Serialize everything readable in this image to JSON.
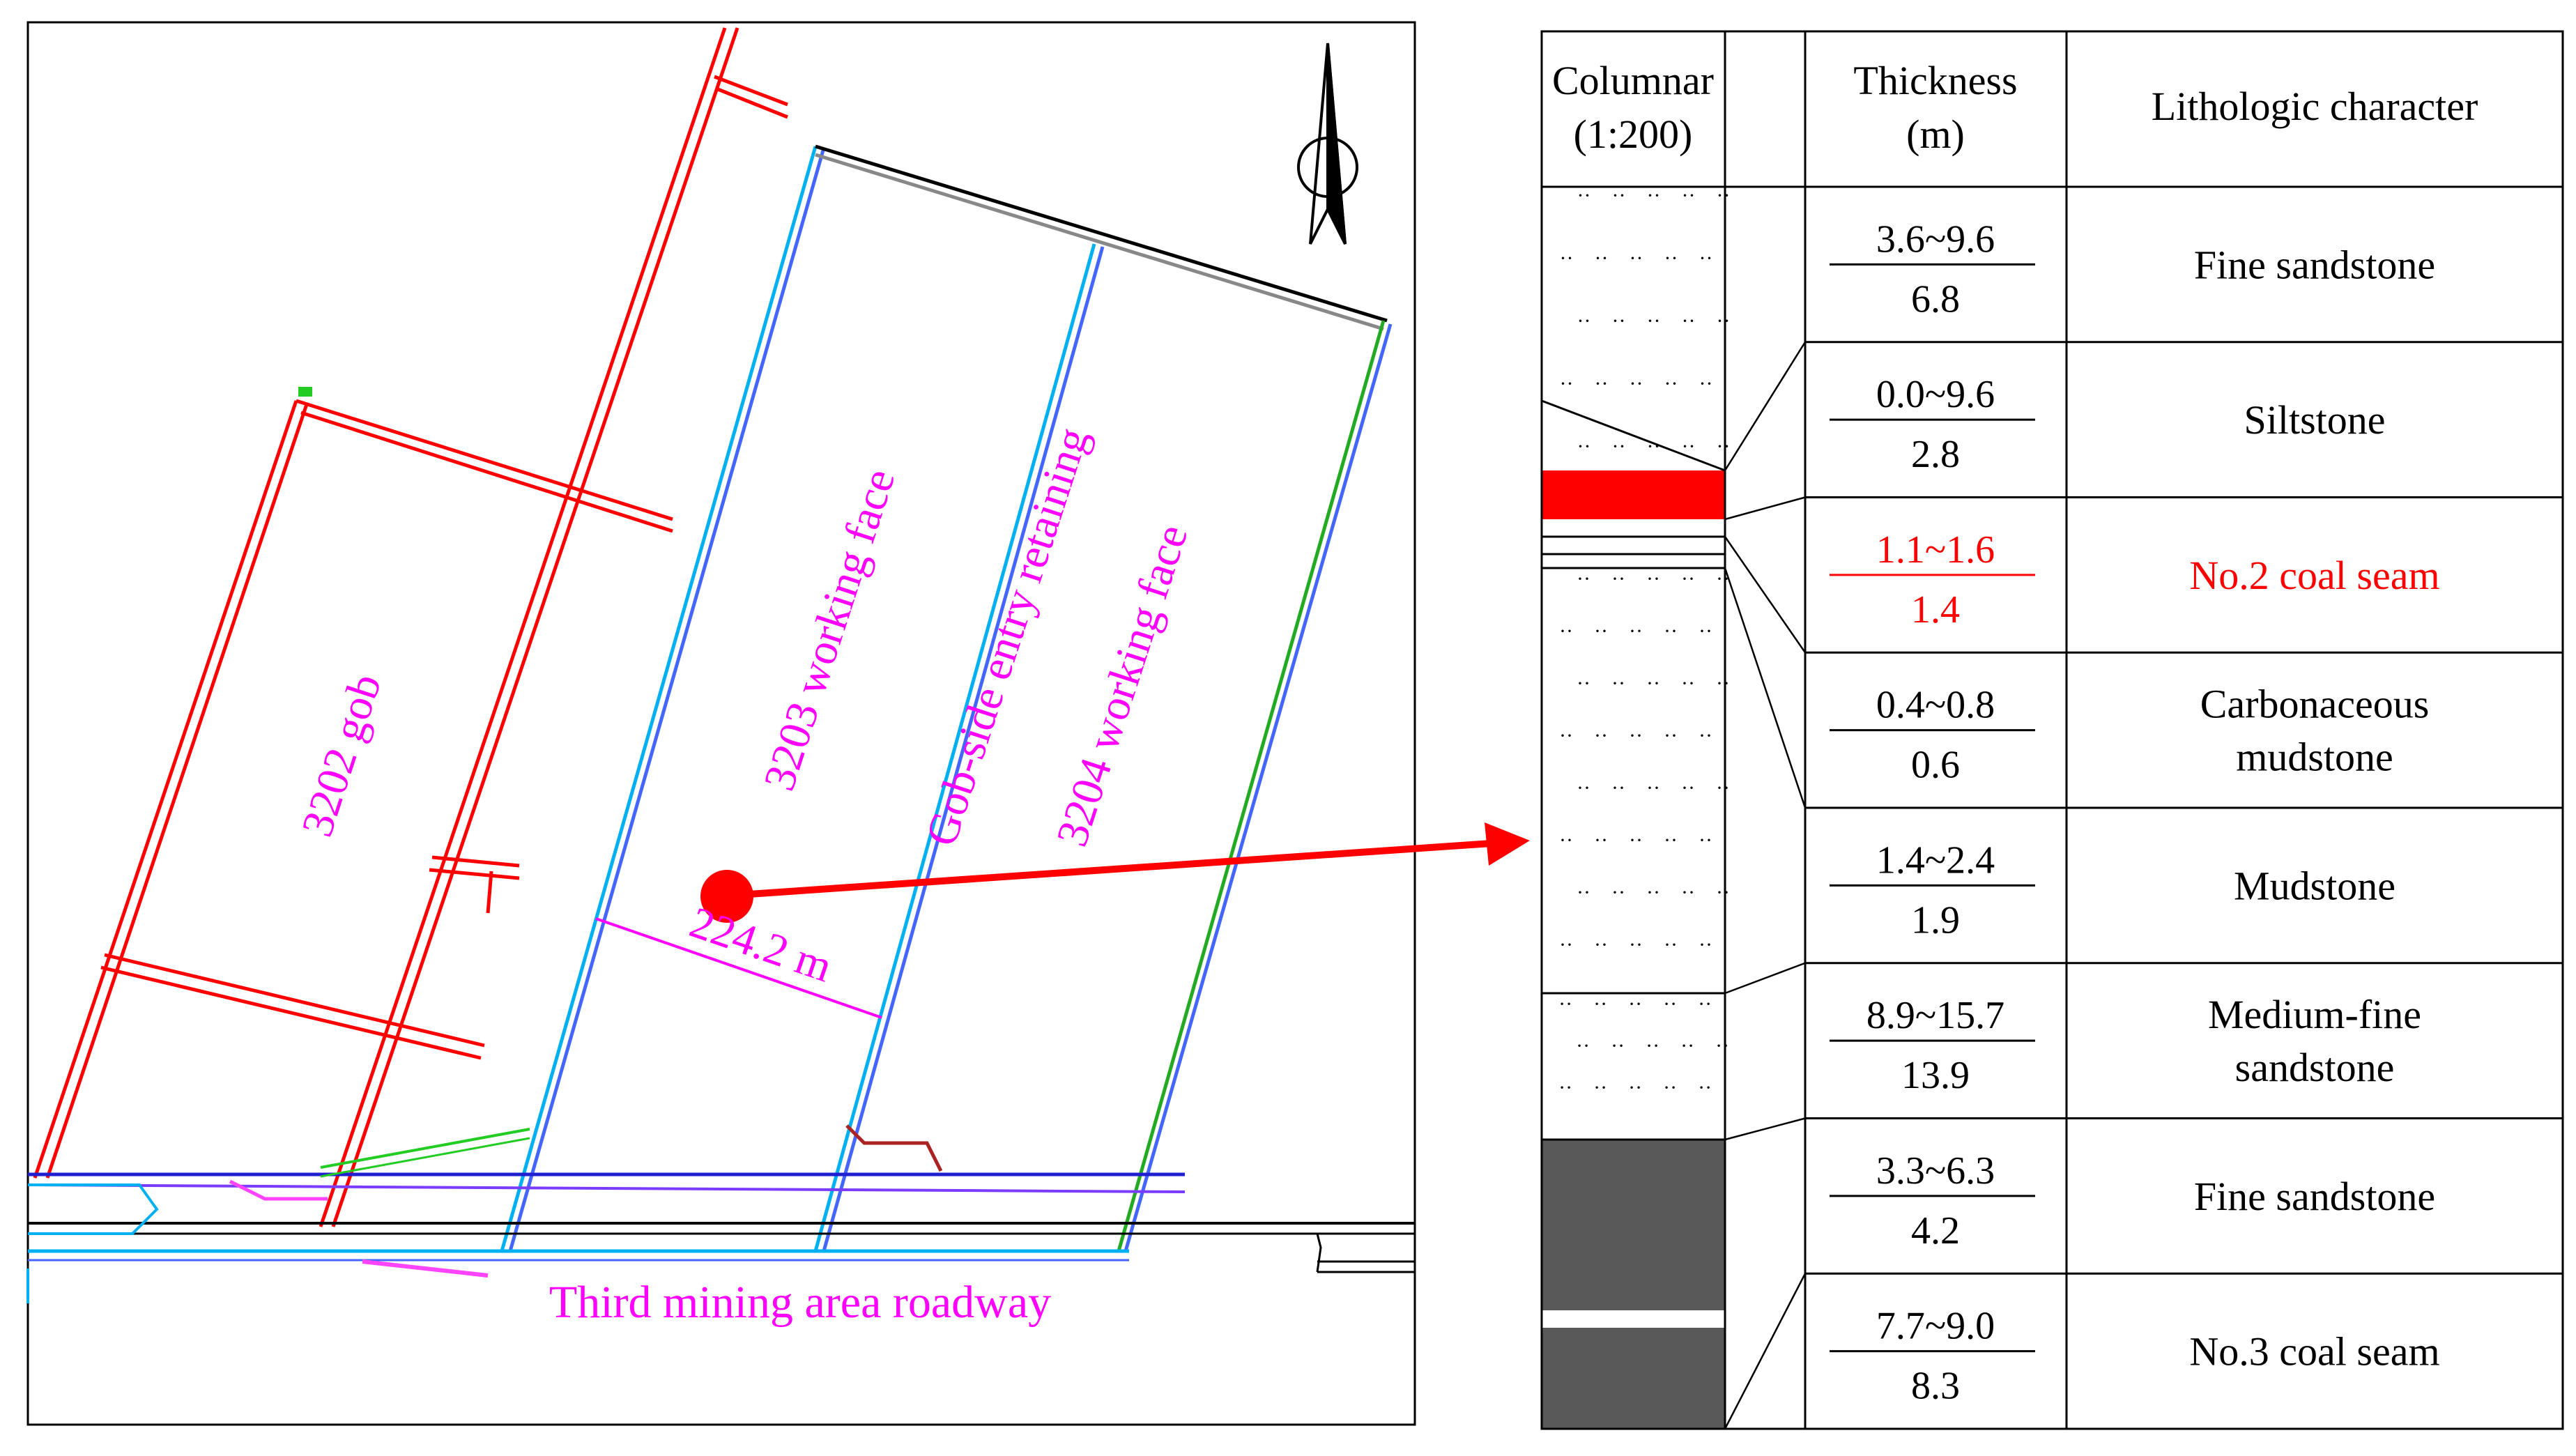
{
  "map": {
    "labels": {
      "gob_3202": "3202 gob",
      "face_3203": "3203 working face",
      "gob_side_entry": "Gob-side entry retaining",
      "face_3204": "3204 working face",
      "width": "224.2 m",
      "roadway": "Third mining area roadway"
    },
    "colors": {
      "gob_roadway": "#ff0000",
      "face_3203_outline": "#00b0f0",
      "face_3204_outline": "#22aa22",
      "label": "#ff00ff",
      "roadway": "#000000",
      "pipeline": "#2020d0",
      "marker": "#ff0000"
    },
    "north_arrow_icon": "north-arrow-icon"
  },
  "table": {
    "headers": {
      "columnar": "Columnar",
      "columnar_scale": "(1:200)",
      "thickness": "Thickness",
      "thickness_unit": "(m)",
      "lithology": "Lithologic character"
    },
    "rows": [
      {
        "range": "3.6~9.6",
        "avg": "6.8",
        "lith": [
          "Fine sandstone"
        ],
        "highlight": false
      },
      {
        "range": "0.0~9.6",
        "avg": "2.8",
        "lith": [
          "Siltstone"
        ],
        "highlight": false
      },
      {
        "range": "1.1~1.6",
        "avg": "1.4",
        "lith": [
          "No.2 coal seam"
        ],
        "highlight": true
      },
      {
        "range": "0.4~0.8",
        "avg": "0.6",
        "lith": [
          "Carbonaceous",
          "mudstone"
        ],
        "highlight": false
      },
      {
        "range": "1.4~2.4",
        "avg": "1.9",
        "lith": [
          "Mudstone"
        ],
        "highlight": false
      },
      {
        "range": "8.9~15.7",
        "avg": "13.9",
        "lith": [
          "Medium-fine",
          "sandstone"
        ],
        "highlight": false
      },
      {
        "range": "3.3~6.3",
        "avg": "4.2",
        "lith": [
          "Fine sandstone"
        ],
        "highlight": false
      },
      {
        "range": "7.7~9.0",
        "avg": "8.3",
        "lith": [
          "No.3 coal seam"
        ],
        "highlight": false
      }
    ],
    "colors": {
      "highlight_text": "#ff0000",
      "coal_seam_2_fill": "#ff0000",
      "coal_seam_3_fill": "#595959",
      "grid": "#000000"
    }
  }
}
